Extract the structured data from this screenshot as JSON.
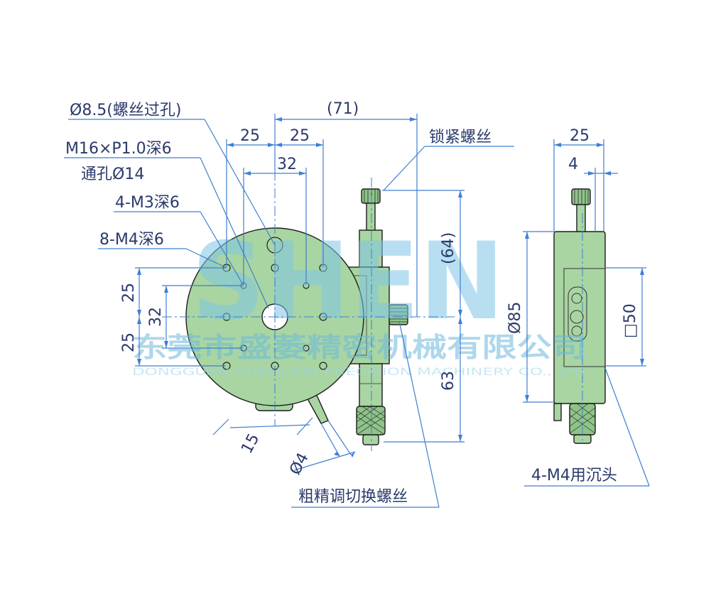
{
  "watermark": {
    "big_letters": "SHEN",
    "company_cn": "东莞市盛萎精密机械有限公司",
    "company_en": "DONGGUAN SHENLING PRECISION MACHINERY CO., LTD"
  },
  "dimensions": {
    "top_71": "(71)",
    "top_25_left": "25",
    "top_25_right": "25",
    "top_32": "32",
    "right_64": "(64)",
    "right_63": "63",
    "left_25_top": "25",
    "left_25_bottom": "25",
    "left_32": "32",
    "bottom_15": "15",
    "bottom_d4": "Ø4",
    "side_25": "25",
    "side_4": "4",
    "side_d85": "Ø85",
    "side_sq50": "□50"
  },
  "callouts": {
    "through_hole_screw": "Ø8.5(螺丝过孔)",
    "center_thread": "M16×P1.0深6",
    "center_bore": "通孔Ø14",
    "m3_holes": "4-M3深6",
    "m4_holes": "8-M4深6",
    "lock_screw": "锁紧螺丝",
    "coarse_fine_screw": "粗精调切换螺丝",
    "counterbore": "4-M4用沉头"
  },
  "colors": {
    "part_green": "#a8d5a2",
    "part_green_dark": "#8fc489",
    "dim_blue": "#3f7fd0",
    "text_navy": "#2b3a6b",
    "watermark": "#7fc6e6"
  }
}
